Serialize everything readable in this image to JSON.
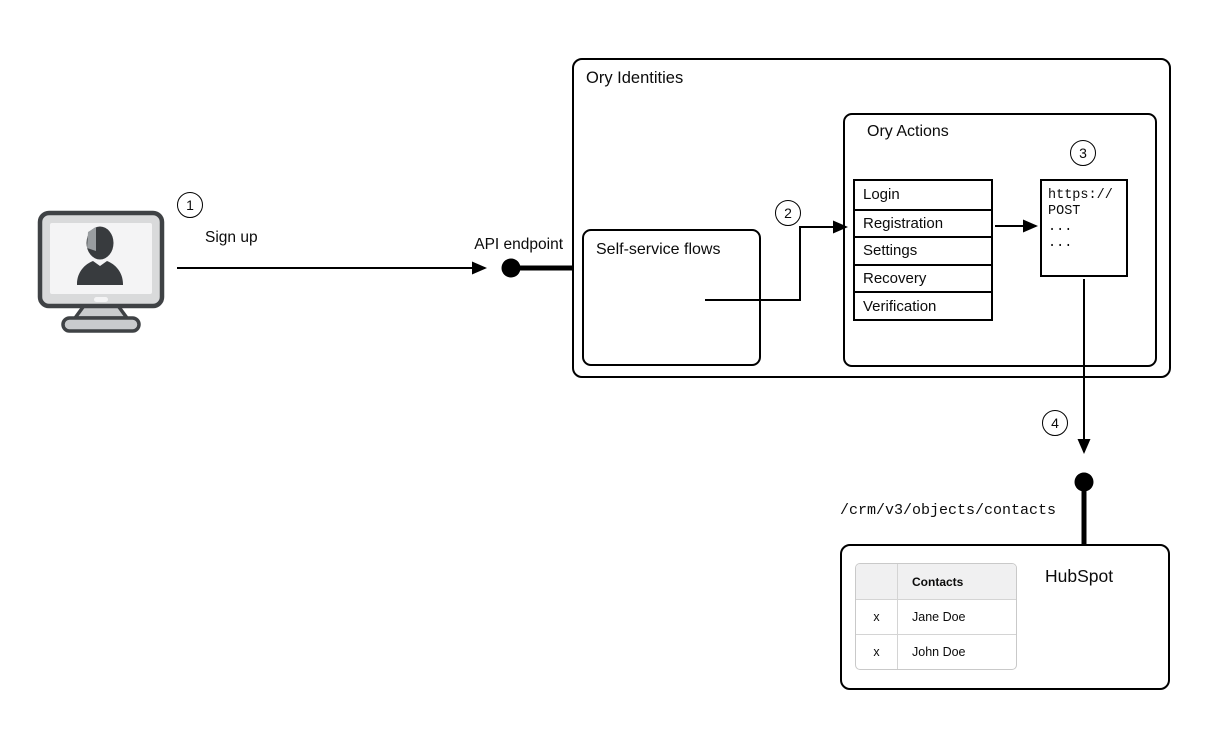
{
  "diagram": {
    "steps": [
      "1",
      "2",
      "3",
      "4"
    ],
    "labels": {
      "sign_up": "Sign up",
      "api_endpoint": "API endpoint",
      "crm_path": "/crm/v3/objects/contacts"
    },
    "ory_identities": {
      "title": "Ory Identities"
    },
    "self_service": {
      "title": "Self-service flows"
    },
    "ory_actions": {
      "title": "Ory Actions",
      "flows": [
        "Login",
        "Registration",
        "Settings",
        "Recovery",
        "Verification"
      ]
    },
    "code_box": {
      "lines": [
        "https://",
        "POST",
        "...",
        "..."
      ]
    },
    "hubspot": {
      "title": "HubSpot",
      "table": {
        "header": [
          "",
          "Contacts"
        ],
        "rows": [
          [
            "x",
            "Jane Doe"
          ],
          [
            "x",
            "John Doe"
          ]
        ]
      }
    },
    "icons": {
      "user_terminal": "user-computer-icon",
      "endpoint_dot": "endpoint-dot",
      "arrow": "arrow"
    },
    "colors": {
      "line": "#000000",
      "monitor_frame": "#3f4245",
      "monitor_body": "#d9dadb",
      "monitor_screen": "#f4f4f5",
      "silhouette": "#383b3e",
      "silhouette_highlight": "#999da0",
      "table_header_bg": "#f0f0f1",
      "table_border": "#c9c9c9"
    }
  }
}
